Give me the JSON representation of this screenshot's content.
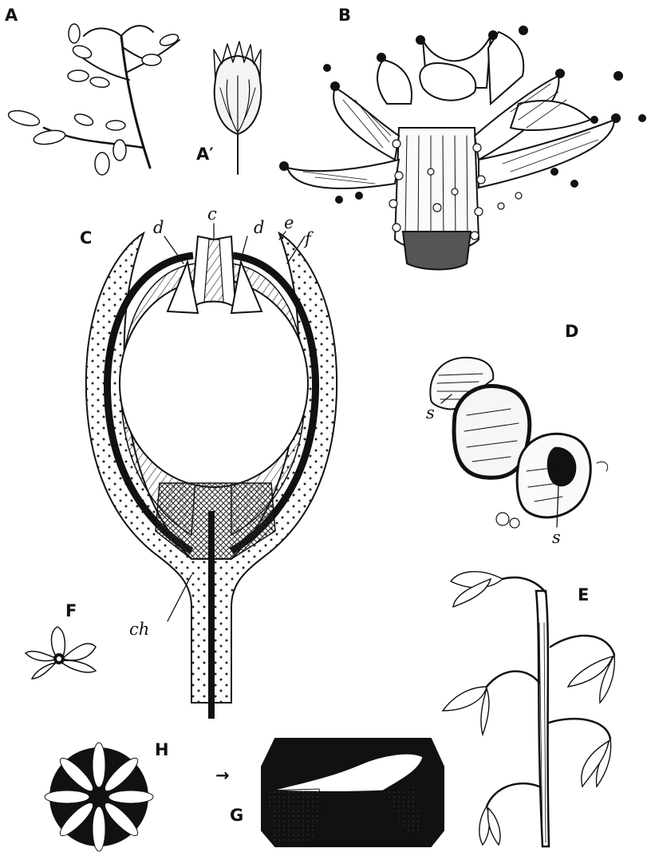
{
  "figure": {
    "panels": {
      "A": "A",
      "A_prime": "A′",
      "B": "B",
      "C": "C",
      "D": "D",
      "E": "E",
      "F": "F",
      "G": "G",
      "H": "H"
    },
    "labels": {
      "c": "c",
      "d_left": "d",
      "d_right": "d",
      "e": "e",
      "f": "f",
      "ch": "ch",
      "s_top": "s",
      "s_bottom": "s"
    },
    "arrow": "→"
  }
}
